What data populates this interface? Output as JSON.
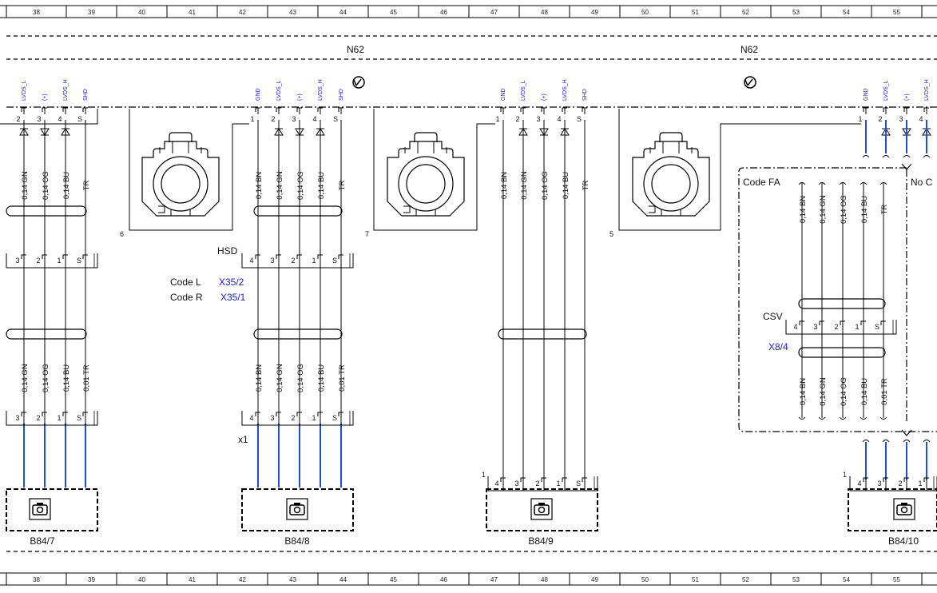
{
  "ruler": {
    "top": [
      "38",
      "39",
      "40",
      "41",
      "42",
      "43",
      "44",
      "45",
      "46",
      "47",
      "48",
      "49",
      "50",
      "51",
      "52",
      "53",
      "54",
      "55"
    ],
    "bottom": [
      "38",
      "39",
      "40",
      "41",
      "42",
      "43",
      "44",
      "45",
      "46",
      "47",
      "48",
      "49",
      "50",
      "51",
      "52",
      "53",
      "54",
      "55"
    ]
  },
  "modules": [
    {
      "name": "N62"
    },
    {
      "name": "N62"
    }
  ],
  "pin_signals": {
    "gnd": "GND",
    "lvds_l": "LVDS_L",
    "plus": "(+)",
    "lvds_h": "LVDS_H",
    "shd": "SHD"
  },
  "pin_numbers": {
    "p1": "1",
    "p2": "2",
    "p3": "3",
    "p4": "4",
    "s": "S"
  },
  "camera_ports": {
    "port6": "6",
    "port7": "7",
    "port5": "5"
  },
  "wires": {
    "bn": "0,14 BN",
    "gn": "0,14 GN",
    "og": "0,14 OG",
    "bu": "0,14 BU",
    "tr": "TR",
    "tr_shield": "0,01 TR"
  },
  "connectors": {
    "hsd": "HSD",
    "csv": "CSV",
    "x8_4": "X8/4",
    "x35_2": "X35/2",
    "x35_1": "X35/1",
    "x1": "x1",
    "one": "1"
  },
  "codes": {
    "code_l": "Code L",
    "code_r": "Code R",
    "code_fa": "Code FA",
    "no_code": "No C"
  },
  "components": {
    "b84_7": "B84/7",
    "b84_8": "B84/8",
    "b84_9": "B84/9",
    "b84_10": "B84/10"
  },
  "colors": {
    "wire_blue": "#1f4fd6",
    "label_blue": "#1a1ad6",
    "line": "#000000"
  },
  "icons": [
    "ground-symbol-icon",
    "camera-icon",
    "camera-connector-icon"
  ]
}
